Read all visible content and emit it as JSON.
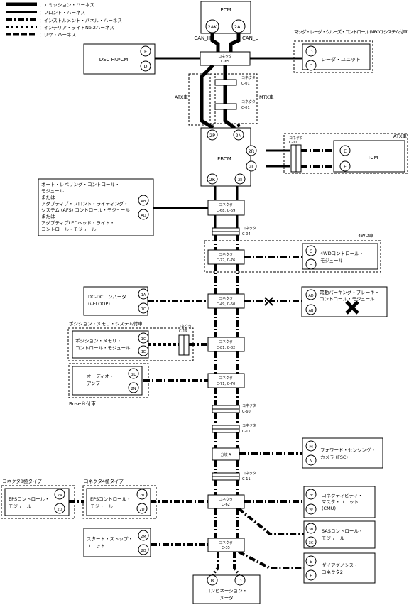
{
  "legend": {
    "emission": "：エミッション・ハーネス",
    "front": "：フロント・ハーネス",
    "instrument": "：インストルメント・パネル・ハーネス",
    "interior": "：インテリア・ライトNo.2ハーネス",
    "rear": "：リヤ・ハーネス"
  },
  "pcm": {
    "label": "PCM",
    "pin_a": "2AK",
    "pin_b": "2AL",
    "can_h": "CAN_H",
    "can_l": "CAN_L"
  },
  "dsc": {
    "label": "DSC HU/CM",
    "pin_e": "E",
    "pin_d": "D"
  },
  "radar": {
    "group": "マツダ・レーダ・クルーズ・コントロール (MRCC) システム付車",
    "label": "レーダ・ユニット",
    "pin_d": "D",
    "pin_c": "C"
  },
  "c65": {
    "kind": "コネクタ",
    "id": "C-65"
  },
  "c01a": {
    "kind": "コネクタ",
    "id": "C-01"
  },
  "c01b": {
    "kind": "コネクタ",
    "id": "C-01"
  },
  "atx_label": "ATX車",
  "mtx_label": "MTX車",
  "fbcm": {
    "label": "FBCM",
    "p2p": "2P",
    "p2n": "2N",
    "p2r": "2R",
    "p2l": "2L",
    "p2k": "2K",
    "p2i": "2I"
  },
  "tcm": {
    "group": "ATX車",
    "label": "TCM",
    "pin_e": "E",
    "pin_f": "F",
    "conn_kind": "コネクタ",
    "conn_id": "C-01"
  },
  "afs": {
    "line1": "オート・レベリング・コントロール・",
    "line2": "モジュール",
    "line3": "または",
    "line4": "アダプティブ・フロント・ライティング・",
    "line5": "システム (AFS) コントロール・モジュール",
    "line6": "または",
    "line7": "アダプティブLEDヘッド・ライト・",
    "line8": "コントロール・モジュール",
    "pin_ab": "AB",
    "pin_ad": "AD"
  },
  "c68": {
    "kind": "コネクタ",
    "id": "C-68, C-69"
  },
  "c04": {
    "kind": "コネクタ",
    "id": "C-04"
  },
  "wd4": {
    "group": "4WD車",
    "line1": "4WDコントロール・",
    "line2": "モジュール",
    "pin_g": "G",
    "pin_h": "H"
  },
  "c77": {
    "kind": "コネクタ",
    "id": "C-77, C-76"
  },
  "dcdc": {
    "line1": "DC-DCコンバータ",
    "line2": "(i-ELOOP)",
    "pin_1a": "1A",
    "pin_1c": "1C"
  },
  "c49": {
    "kind": "コネクタ",
    "id": "C-49, C-50"
  },
  "epb": {
    "line1": "電動パーキング・ブレーキ・",
    "line2": "コントロール・モジュール",
    "pin_ad": "AD",
    "pin_ab": "AB"
  },
  "posmem": {
    "group": "ポジション・メモリ・システム付車",
    "line1": "ポジション・メモリ・",
    "line2": "コントロール・モジュール",
    "pin_1c": "1C",
    "pin_1e": "1E",
    "conn_kind": "コネクタ",
    "conn_id": "C-19"
  },
  "c81": {
    "kind": "コネクタ",
    "id": "C-81, C-82"
  },
  "audio": {
    "line1": "オーディオ・",
    "line2": "アンプ",
    "pin_2l": "2L",
    "pin_2n": "2N",
    "group": "Bose®付車"
  },
  "c71": {
    "kind": "コネクタ",
    "id": "C-71, C-70"
  },
  "c60": {
    "kind": "コネクタ",
    "id": "C-60"
  },
  "c11a": {
    "kind": "コネクタ",
    "id": "C-11"
  },
  "branch": {
    "label": "分岐 A"
  },
  "fsc": {
    "line1": "フォワード・センシング・",
    "line2": "カメラ (FSC)",
    "pin_m": "M",
    "pin_n": "N"
  },
  "c11b": {
    "kind": "コネクタ",
    "id": "C-11"
  },
  "eps8": {
    "group": "コネクタ8極タイプ",
    "line1": "EPSコントロール・",
    "line2": "モジュール",
    "pin_2a": "2A",
    "pin_2d": "2D"
  },
  "eps4": {
    "group": "コネクタ4極タイプ",
    "line1": "EPSコントロール・",
    "line2": "モジュール",
    "pin_2b": "2B",
    "pin_2d": "2D"
  },
  "c62": {
    "kind": "コネクタ",
    "id": "C-62"
  },
  "cmu": {
    "line1": "コネクティビティ・",
    "line2": "マスタ・ユニット",
    "line3": "(CMU)",
    "pin_2e": "2E",
    "pin_2f": "2F"
  },
  "sas": {
    "line1": "SASコントロール・",
    "line2": "モジュール",
    "pin_3b": "3B",
    "pin_3c": "3C"
  },
  "stst": {
    "line1": "スタート・ストップ・",
    "line2": "ユニット",
    "pin_2m": "2M",
    "pin_2o": "2O"
  },
  "c35": {
    "kind": "コネクタ",
    "id": "C-35"
  },
  "diag": {
    "line1": "ダイアグノシス・",
    "line2": "コネクタ2",
    "pin_e": "E",
    "pin_f": "F"
  },
  "combo": {
    "line1": "コンビネーション・",
    "line2": "メータ",
    "pin_b": "B",
    "pin_d": "D"
  }
}
